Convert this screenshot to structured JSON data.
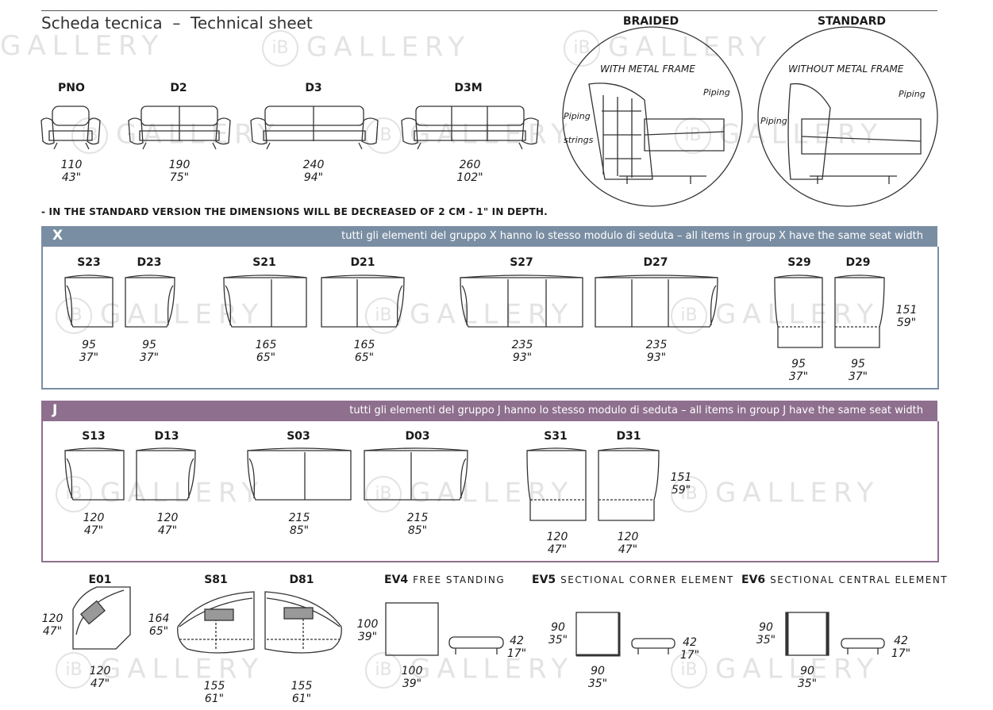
{
  "header": {
    "title": "Scheda tecnica  –  Technical sheet",
    "braided": "BRAIDED",
    "standard": "STANDARD",
    "with_frame": "WITH METAL FRAME",
    "without_frame": "WITHOUT METAL FRAME",
    "piping": "Piping",
    "strings": "strings"
  },
  "top_models": [
    {
      "code": "PNO",
      "cm": "110",
      "in": "43\""
    },
    {
      "code": "D2",
      "cm": "190",
      "in": "75\""
    },
    {
      "code": "D3",
      "cm": "240",
      "in": "94\""
    },
    {
      "code": "D3M",
      "cm": "260",
      "in": "102\""
    }
  ],
  "note": "- IN THE STANDARD VERSION THE DIMENSIONS WILL BE DECREASED OF 2 CM - 1\" IN DEPTH.",
  "group_x": {
    "letter": "X",
    "text": "tutti gli elementi del gruppo X hanno lo stesso modulo di seduta  –  all items in group X have the same seat width",
    "color": "#7a8ea3",
    "items": [
      {
        "code": "S23",
        "cm": "95",
        "in": "37\""
      },
      {
        "code": "D23",
        "cm": "95",
        "in": "37\""
      },
      {
        "code": "S21",
        "cm": "165",
        "in": "65\""
      },
      {
        "code": "D21",
        "cm": "165",
        "in": "65\""
      },
      {
        "code": "S27",
        "cm": "235",
        "in": "93\""
      },
      {
        "code": "D27",
        "cm": "235",
        "in": "93\""
      },
      {
        "code": "S29",
        "cm": "95",
        "in": "37\""
      },
      {
        "code": "D29",
        "cm": "95",
        "in": "37\""
      }
    ],
    "depth_cm": "151",
    "depth_in": "59\""
  },
  "group_j": {
    "letter": "J",
    "text": "tutti gli elementi del gruppo J hanno lo stesso modulo di seduta  –  all items in group J have the same seat width",
    "color": "#8e6f8e",
    "items": [
      {
        "code": "S13",
        "cm": "120",
        "in": "47\""
      },
      {
        "code": "D13",
        "cm": "120",
        "in": "47\""
      },
      {
        "code": "S03",
        "cm": "215",
        "in": "85\""
      },
      {
        "code": "D03",
        "cm": "215",
        "in": "85\""
      },
      {
        "code": "S31",
        "cm": "120",
        "in": "47\""
      },
      {
        "code": "D31",
        "cm": "120",
        "in": "47\""
      }
    ],
    "depth_cm": "151",
    "depth_in": "59\""
  },
  "bottom": {
    "e01": {
      "code": "E01",
      "d1_cm": "120",
      "d1_in": "47\"",
      "d2_cm": "120",
      "d2_in": "47\""
    },
    "s81": {
      "code": "S81",
      "d1_cm": "164",
      "d1_in": "65\"",
      "d2_cm": "155",
      "d2_in": "61\""
    },
    "d81": {
      "code": "D81",
      "d2_cm": "155",
      "d2_in": "61\""
    },
    "ev4": {
      "code": "EV4",
      "label": "FREE STANDING",
      "a_cm": "100",
      "a_in": "39\"",
      "b_cm": "100",
      "b_in": "39\"",
      "h_cm": "42",
      "h_in": "17\""
    },
    "ev5": {
      "code": "EV5",
      "label": "SECTIONAL CORNER ELEMENT",
      "a_cm": "90",
      "a_in": "35\"",
      "b_cm": "90",
      "b_in": "35\"",
      "h_cm": "42",
      "h_in": "17\""
    },
    "ev6": {
      "code": "EV6",
      "label": "SECTIONAL CENTRAL ELEMENT",
      "a_cm": "90",
      "a_in": "35\"",
      "b_cm": "90",
      "b_in": "35\"",
      "h_cm": "42",
      "h_in": "17\""
    }
  },
  "watermark": {
    "logo": "iB",
    "text": "GALLERY"
  }
}
